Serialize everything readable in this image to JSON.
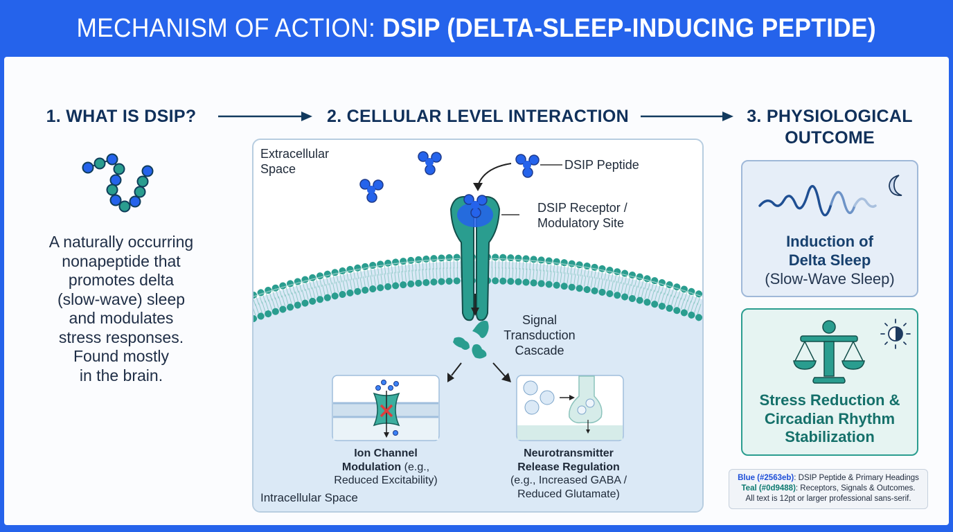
{
  "title": {
    "prefix": "MECHANISM OF ACTION: ",
    "main": "DSIP (DELTA-SLEEP-INDUCING PEPTIDE)"
  },
  "colors": {
    "primary_blue": "#2563eb",
    "teal": "#0d9488",
    "heading_navy": "#10305a"
  },
  "sections": {
    "what": {
      "heading": "1. WHAT IS DSIP?",
      "icon": "peptide-chain-icon",
      "description_lines": [
        "A naturally occurring",
        "nonapeptide that",
        "promotes delta",
        "(slow-wave) sleep",
        "and modulates",
        "stress responses.",
        "Found mostly",
        "in the brain."
      ]
    },
    "cellular": {
      "heading": "2. CELLULAR LEVEL INTERACTION",
      "extracellular_label_1": "Extracellular",
      "extracellular_label_2": "Space",
      "peptide_label": "DSIP Peptide",
      "receptor_label_1": "DSIP Receptor /",
      "receptor_label_2": "Modulatory Site",
      "signal_label_1": "Signal",
      "signal_label_2": "Transduction",
      "signal_label_3": "Cascade",
      "ion_channel": {
        "bold_1": "Ion Channel",
        "bold_2": "Modulation",
        "normal_2": " (e.g.,",
        "normal_3": "Reduced Excitability)"
      },
      "neurotransmitter": {
        "bold_1": "Neurotransmitter",
        "bold_2": "Release Regulation",
        "normal_3": "(e.g., Increased GABA /",
        "normal_4": "Reduced Glutamate)"
      },
      "intracellular_label": "Intracellular Space"
    },
    "outcome": {
      "heading_1": "3. PHYSIOLOGICAL",
      "heading_2": "OUTCOME",
      "card1": {
        "bold_1": "Induction of",
        "bold_2": "Delta Sleep",
        "normal": "(Slow-Wave Sleep)",
        "icon": "moon-icon"
      },
      "card2": {
        "line_1": "Stress Reduction &",
        "line_2": "Circadian Rhythm",
        "line_3": "Stabilization",
        "icon": "half-sun-icon"
      }
    }
  },
  "legend": {
    "blue_key": "Blue (#2563eb)",
    "blue_desc": ": DSIP Peptide & Primary Headings",
    "teal_key": "Teal (#0d9488)",
    "teal_desc": ": Receptors, Signals & Outcomes.",
    "note": "All text is 12pt or larger professional sans-serif."
  }
}
